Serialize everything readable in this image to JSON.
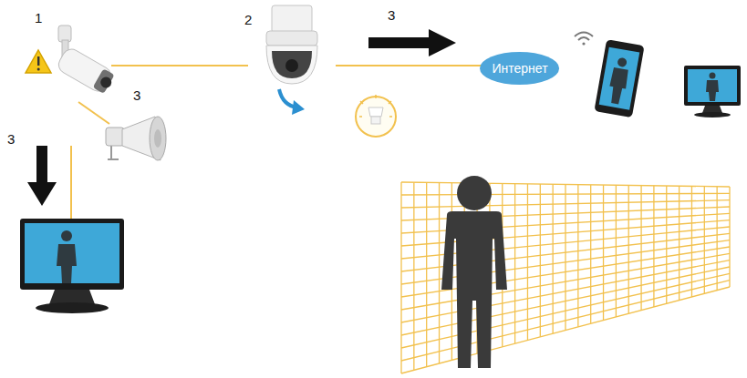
{
  "diagram": {
    "nodes": [
      {
        "text": [
          "Интернет"
        ]
      }
    ],
    "labels": [
      "1",
      "2",
      "3",
      "3",
      "3"
    ]
  }
}
